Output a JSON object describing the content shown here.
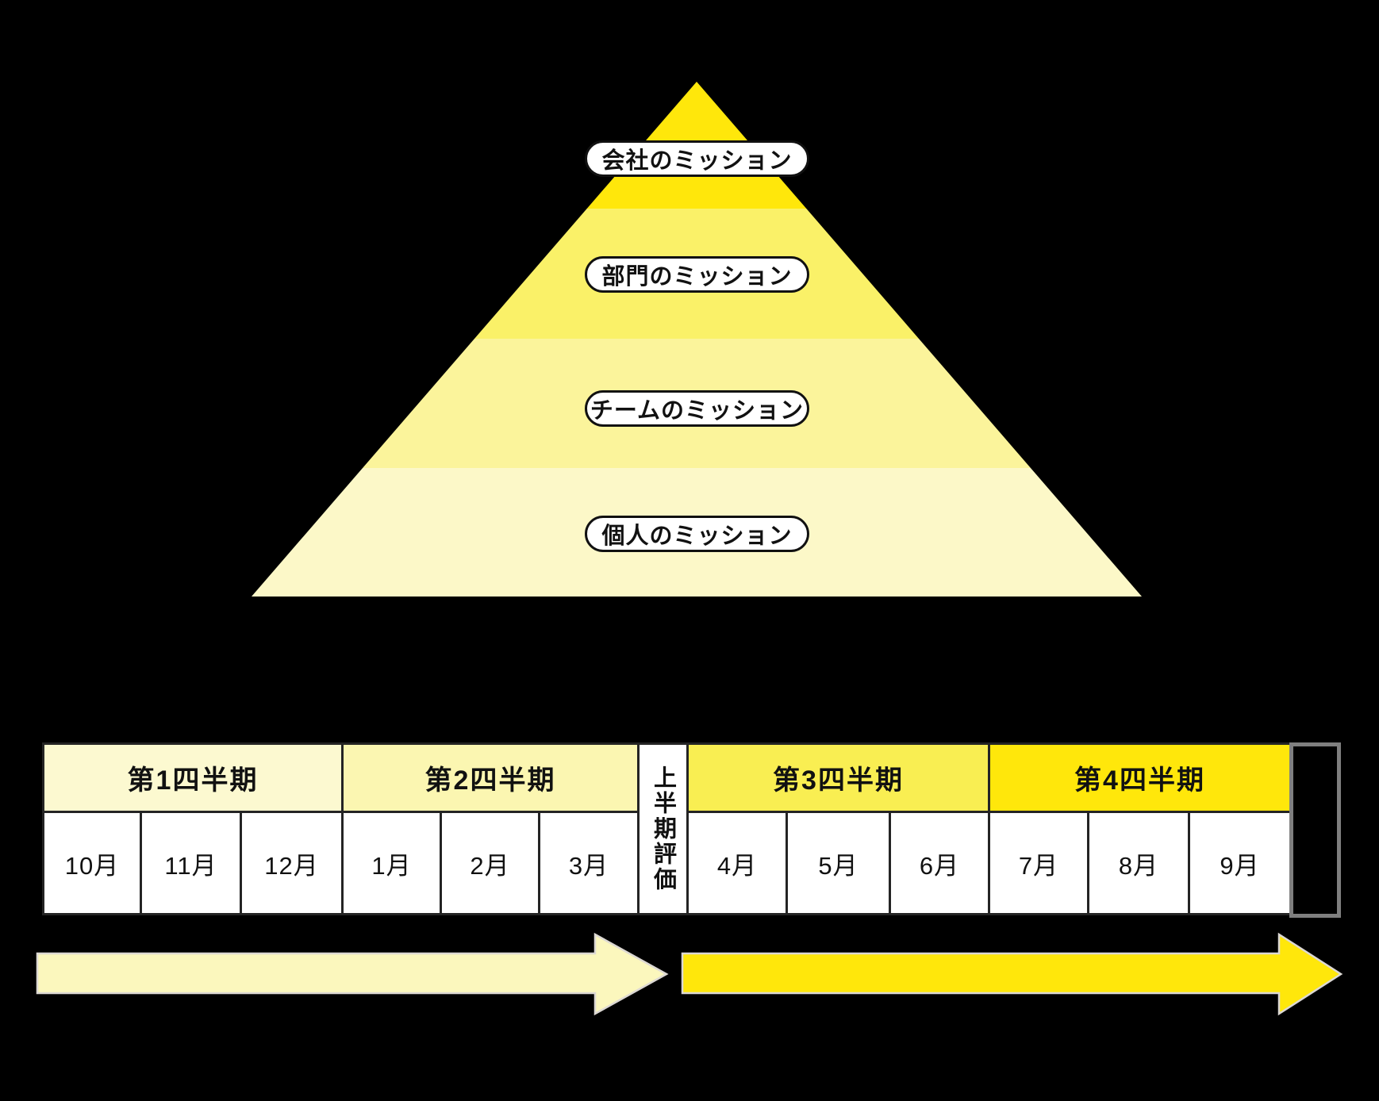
{
  "canvas": {
    "background": "#000000"
  },
  "pyramid": {
    "levels": [
      {
        "label": "会社のミッション",
        "color": "#FFE70B"
      },
      {
        "label": "部門のミッション",
        "color": "#FAF168"
      },
      {
        "label": "チームのミッション",
        "color": "#FBF49B"
      },
      {
        "label": "個人のミッション",
        "color": "#FCF8C8"
      }
    ]
  },
  "timeline": {
    "quarters": [
      {
        "label": "第1四半期",
        "color": "#FCF9D0",
        "months": [
          "10月",
          "11月",
          "12月"
        ]
      },
      {
        "label": "第2四半期",
        "color": "#FBF6B1",
        "months": [
          "1月",
          "2月",
          "3月"
        ]
      },
      {
        "label": "第3四半期",
        "color": "#F9EE52",
        "months": [
          "4月",
          "5月",
          "6月"
        ]
      },
      {
        "label": "第4四半期",
        "color": "#FFE70B",
        "months": [
          "7月",
          "8月",
          "9月"
        ]
      }
    ],
    "midterm_evaluation": {
      "label": "上半期評価"
    },
    "arrows": [
      {
        "name": "first-half",
        "color": "#FBF7BD",
        "outline": "#DCD8D3"
      },
      {
        "name": "second-half",
        "color": "#FFE70B",
        "outline": "#DCD8D3"
      }
    ]
  }
}
